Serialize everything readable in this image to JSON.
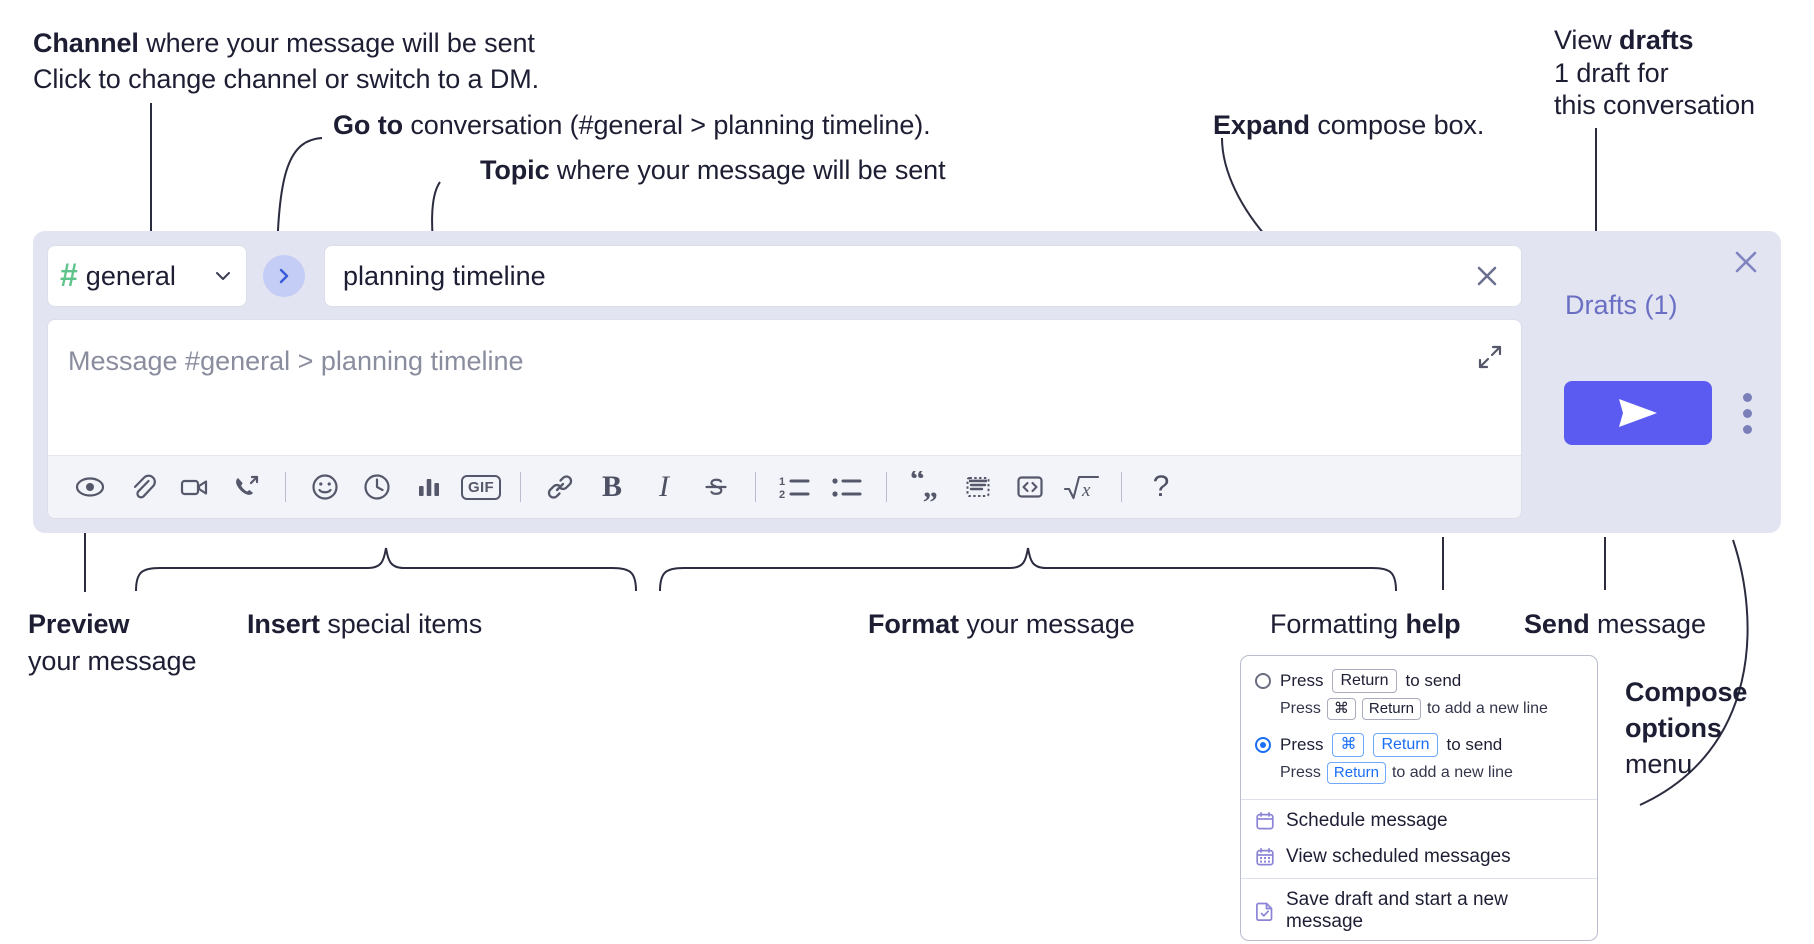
{
  "annotations": {
    "channel": {
      "bold": "Channel",
      "rest": " where your message will be sent",
      "italic": "Click to change channel or switch to a DM."
    },
    "goto": {
      "bold": "Go to",
      "rest": " conversation (#general > planning timeline)."
    },
    "topic": {
      "bold": "Topic",
      "rest": " where your message will be sent"
    },
    "expand": {
      "bold": "Expand",
      "rest": " compose box."
    },
    "drafts": {
      "bold_prefix": "View ",
      "bold": "drafts",
      "italic_l1": "1 draft for",
      "italic_l2": "this conversation"
    },
    "preview": {
      "bold": "Preview",
      "rest": "your message"
    },
    "insert": {
      "bold": "Insert",
      "rest": " special items"
    },
    "format": {
      "bold": "Format",
      "rest": " your message"
    },
    "formatting_help": {
      "plain": "Formatting ",
      "bold": "help"
    },
    "send": {
      "bold": "Send",
      "rest": " message"
    },
    "compose_options": {
      "bold_l1": "Compose",
      "bold_l2": "options",
      "plain_l3": "menu"
    }
  },
  "compose": {
    "channel_name": "general",
    "hash_symbol": "#",
    "topic_value": "planning timeline",
    "message_placeholder": "Message #general > planning timeline",
    "drafts_label": "Drafts (1)",
    "icons": {
      "close": "close-icon",
      "chevron_down": "chevron-down-icon",
      "go_to": "chevron-right-icon",
      "topic_clear": "close-icon",
      "expand": "expand-icon",
      "send": "send-icon",
      "kebab": "kebab-menu-icon"
    },
    "toolbar": [
      {
        "name": "preview-icon",
        "label": "Preview",
        "type": "icon"
      },
      {
        "name": "attachment-icon",
        "label": "Attach file",
        "type": "icon"
      },
      {
        "name": "video-icon",
        "label": "Add video clip",
        "type": "icon"
      },
      {
        "name": "audio-call-icon",
        "label": "Add audio clip",
        "type": "icon"
      },
      {
        "name": "separator",
        "label": "",
        "type": "sep"
      },
      {
        "name": "emoji-icon",
        "label": "Emoji",
        "type": "icon"
      },
      {
        "name": "clock-icon",
        "label": "Time",
        "type": "icon"
      },
      {
        "name": "poll-icon",
        "label": "Poll",
        "type": "icon"
      },
      {
        "name": "gif-icon",
        "label": "GIF",
        "type": "gif"
      },
      {
        "name": "separator",
        "label": "",
        "type": "sep"
      },
      {
        "name": "link-icon",
        "label": "Link",
        "type": "icon"
      },
      {
        "name": "bold-icon",
        "label": "B",
        "type": "letter-b"
      },
      {
        "name": "italic-icon",
        "label": "I",
        "type": "letter-i"
      },
      {
        "name": "strikethrough-icon",
        "label": "Strikethrough",
        "type": "icon"
      },
      {
        "name": "separator",
        "label": "",
        "type": "sep"
      },
      {
        "name": "ordered-list-icon",
        "label": "Numbered list",
        "type": "icon"
      },
      {
        "name": "bulleted-list-icon",
        "label": "Bulleted list",
        "type": "icon"
      },
      {
        "name": "separator",
        "label": "",
        "type": "sep"
      },
      {
        "name": "quote-icon",
        "label": "Quote",
        "type": "icon"
      },
      {
        "name": "spoiler-icon",
        "label": "Spoiler",
        "type": "icon"
      },
      {
        "name": "code-icon",
        "label": "Code",
        "type": "icon"
      },
      {
        "name": "math-icon",
        "label": "Math",
        "type": "icon"
      },
      {
        "name": "separator",
        "label": "",
        "type": "sep"
      },
      {
        "name": "help-icon",
        "label": "?",
        "type": "question"
      }
    ]
  },
  "options_menu": {
    "send_options": [
      {
        "selected": false,
        "main": [
          "Press ",
          "Return",
          " to send"
        ],
        "sub": [
          "Press ",
          "⌘",
          "Return",
          " to add a new line"
        ]
      },
      {
        "selected": true,
        "main": [
          "Press ",
          "⌘",
          "Return",
          " to send"
        ],
        "sub": [
          "Press ",
          "Return",
          " to add a new line"
        ]
      }
    ],
    "items": [
      {
        "icon": "calendar-clock-icon",
        "label": "Schedule message"
      },
      {
        "icon": "calendar-grid-icon",
        "label": "View scheduled messages"
      },
      {
        "icon": "save-draft-icon",
        "label": "Save draft and start a new message"
      }
    ]
  },
  "colors": {
    "panel_bg": "#e2e4f2",
    "send_button": "#5b5bf2",
    "hash_green": "#5fc48b",
    "go_button_bg": "#c3cdf6",
    "drafts_text": "#6b6fc4",
    "menu_icon_purple": "#8b84d6",
    "accent_blue": "#1a6ef5"
  }
}
